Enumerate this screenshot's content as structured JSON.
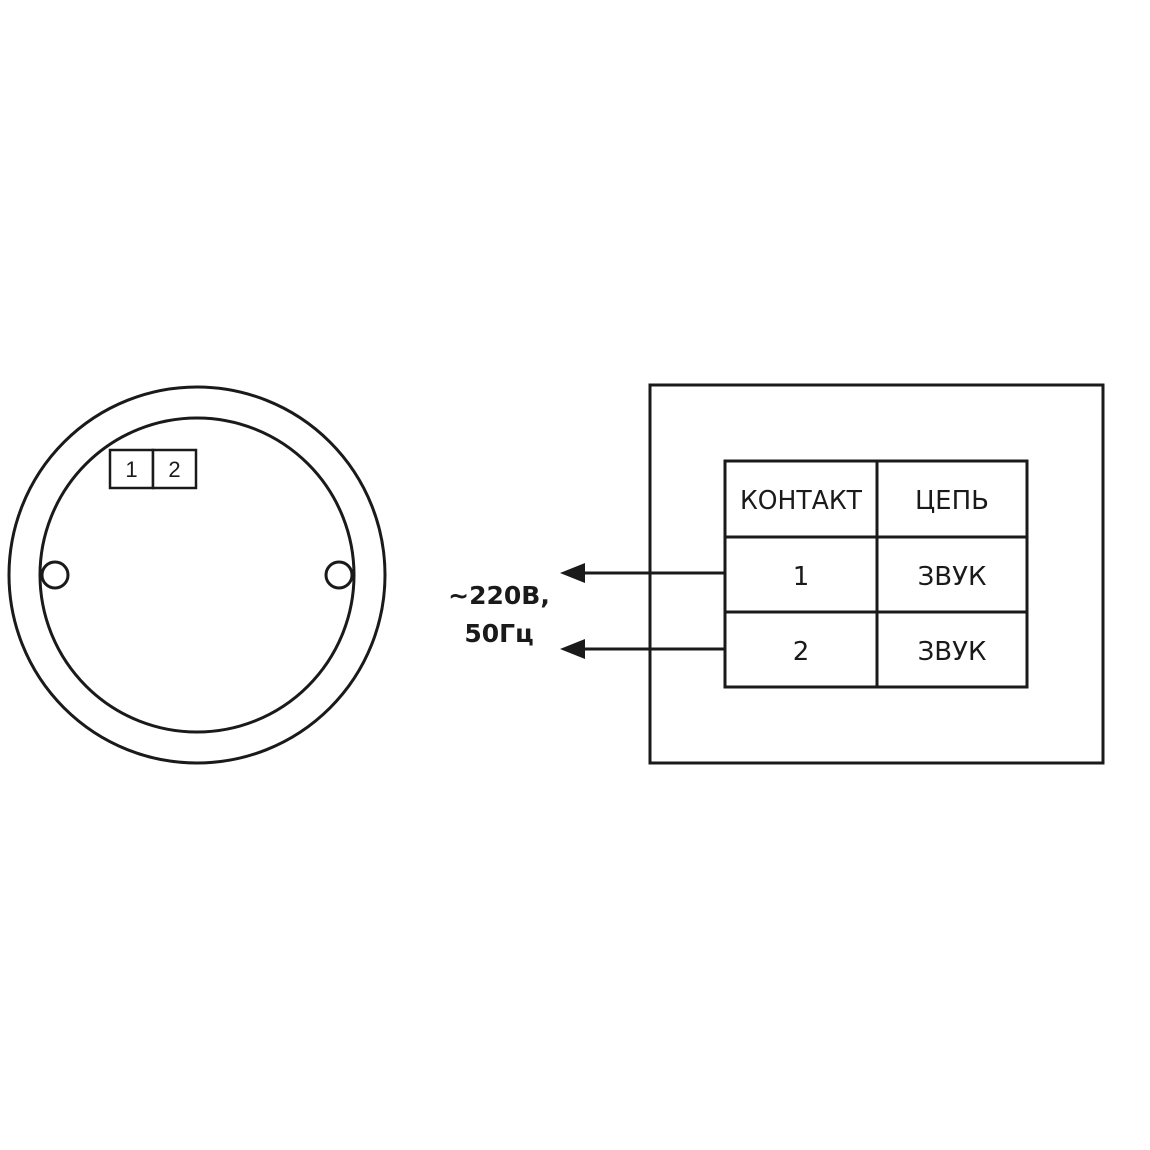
{
  "device": {
    "terminals": [
      "1",
      "2"
    ]
  },
  "supply": {
    "line1": "~220В,",
    "line2": "50Гц"
  },
  "table": {
    "headers": [
      "КОНТАКТ",
      "ЦЕПЬ"
    ],
    "rows": [
      [
        "1",
        "ЗВУК"
      ],
      [
        "2",
        "ЗВУК"
      ]
    ]
  },
  "colors": {
    "stroke": "#1a1a1a",
    "background": "#ffffff"
  }
}
